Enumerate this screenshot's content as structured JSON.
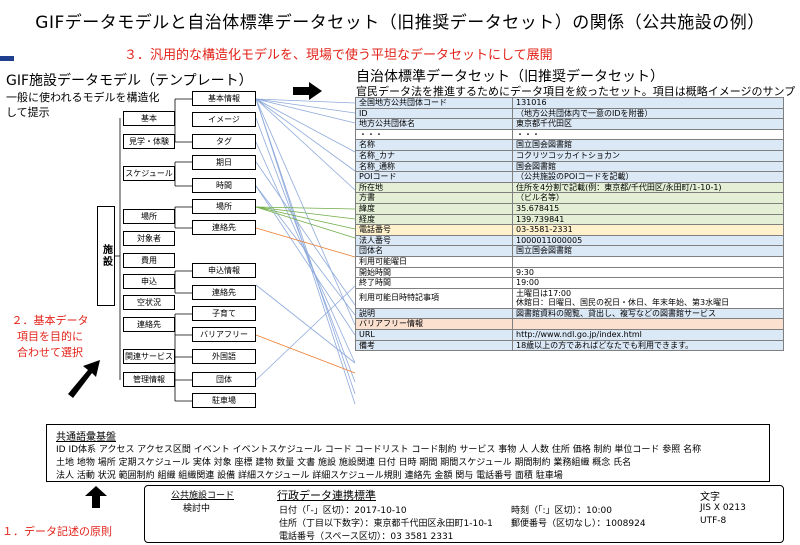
{
  "title": "GIFデータモデルと自治体標準データセット（旧推奨データセット）の関係（公共施設の例）",
  "steps": {
    "step3": "３．汎用的な構造化モデルを、現場で使う平坦なデータセットにして展開",
    "step2": [
      "２．基本データ",
      "項目を目的に",
      "合わせて選択"
    ],
    "step1": "１．データ記述の原則"
  },
  "gif": {
    "title": "GIF施設データモデル（テンプレート）",
    "subtitle": [
      "一般に使われるモデルを構造化",
      "して提示"
    ],
    "root": "施設",
    "level1": [
      "基本",
      "見学・体験",
      "スケジュール",
      "場所",
      "対象者",
      "費用",
      "申込",
      "空状況",
      "連絡先",
      "関連サービス",
      "管理情報"
    ],
    "level2": [
      "基本情報",
      "イメージ",
      "タグ",
      "期日",
      "時間",
      "場所",
      "連絡先",
      "申込情報",
      "連絡先",
      "子育て",
      "バリアフリー",
      "外国語",
      "団体",
      "駐車場"
    ]
  },
  "dataset": {
    "title": "自治体標準データセット（旧推奨データセット）",
    "subtitle": "官民データ法を推進するためにデータ項目を絞ったセット。項目は概略イメージのサンプル。",
    "colors": {
      "blue": "#dbe8f6",
      "green": "#e4efd6",
      "yellow": "#fff1cc",
      "peach": "#fbe0cf",
      "white": "#ffffff"
    },
    "rows": [
      {
        "name": "全国地方公共団体コード",
        "value": "131016",
        "color": "blue"
      },
      {
        "name": "ID",
        "value": "（地方公共団体内で一意のIDを附番）",
        "color": "blue"
      },
      {
        "name": "地方公共団体名",
        "value": "東京都千代田区",
        "color": "blue"
      },
      {
        "name": "・・・",
        "value": "・・・",
        "color": "white"
      },
      {
        "name": "名称",
        "value": "国立国会図書館",
        "color": "blue"
      },
      {
        "name": "名称_カナ",
        "value": "コクリツコッカイトショカン",
        "color": "blue"
      },
      {
        "name": "名称_通称",
        "value": "国会図書館",
        "color": "blue"
      },
      {
        "name": "POIコード",
        "value": "（公共施設のPOIコードを記載）",
        "color": "blue"
      },
      {
        "name": "所在地",
        "value": "住所を4分割で記載(例：東京都/千代田区/永田町/1-10-1)",
        "color": "green"
      },
      {
        "name": "方書",
        "value": "（ビル名等）",
        "color": "green"
      },
      {
        "name": "緯度",
        "value": "35.678415",
        "color": "green"
      },
      {
        "name": "経度",
        "value": "139.739841",
        "color": "green"
      },
      {
        "name": "電話番号",
        "value": "03-3581-2331",
        "color": "yellow"
      },
      {
        "name": "法人番号",
        "value": "1000011000005",
        "color": "blue"
      },
      {
        "name": "団体名",
        "value": "国立国会図書館",
        "color": "blue"
      },
      {
        "name": "利用可能曜日",
        "value": "",
        "color": "white"
      },
      {
        "name": "開始時間",
        "value": "9:30",
        "color": "white"
      },
      {
        "name": "終了時間",
        "value": "19:00",
        "color": "white"
      },
      {
        "name": "利用可能日時特記事項",
        "value": "土曜日は17:00",
        "value2": "休館日：日曜日、国民の祝日・休日、年末年始、第3水曜日",
        "color": "white"
      },
      {
        "name": "説明",
        "value": "図書館資料の閲覧、貸出し、複写などの図書館サービス",
        "color": "blue"
      },
      {
        "name": "バリアフリー情報",
        "value": "",
        "color": "peach"
      },
      {
        "name": "URL",
        "value": "http://www.ndl.go.jp/index.html",
        "color": "blue"
      },
      {
        "name": "備考",
        "value": "18歳以上の方であればどなたでも利用できます。",
        "color": "blue"
      }
    ]
  },
  "common": {
    "title": "共通語彙基盤",
    "rows": [
      "ID  ID体系  アクセス  アクセス区間  イベント  イベントスケジュール  コード  コードリスト  コード制約  サービス  事物  人  人数  住所  価格  制約  単位コード  参照  名称",
      "土地  地物  場所  定期スケジュール  実体  対象  座標  建物  数量  文書  施設  施設関連  日付  日時  期間  期間スケジュール  期間制約  業務組織  概念  氏名",
      "法人  活動  状況  範囲制約  組織  組織関連  設備  詳細スケジュール  詳細スケジュール規則  連絡先  金額  関与  電話番号  面積  駐車場"
    ]
  },
  "standard": {
    "c1_title": "公共施設コード",
    "c1_value": "検討中",
    "c2_title": "行政データ連携標準",
    "date": "日付（「-」区切）：2017-10-10",
    "time": "時刻（「:」区切）：10:00",
    "address": "住所（丁目以下数字）：東京都千代田区永田町1-10-1",
    "postal": "郵便番号（区切なし）：1008924",
    "phone": "電話番号（スペース区切）：03 3581 2331",
    "c3_title": "文字",
    "c3_v1": "JIS X 0213",
    "c3_v2": "UTF-8"
  }
}
